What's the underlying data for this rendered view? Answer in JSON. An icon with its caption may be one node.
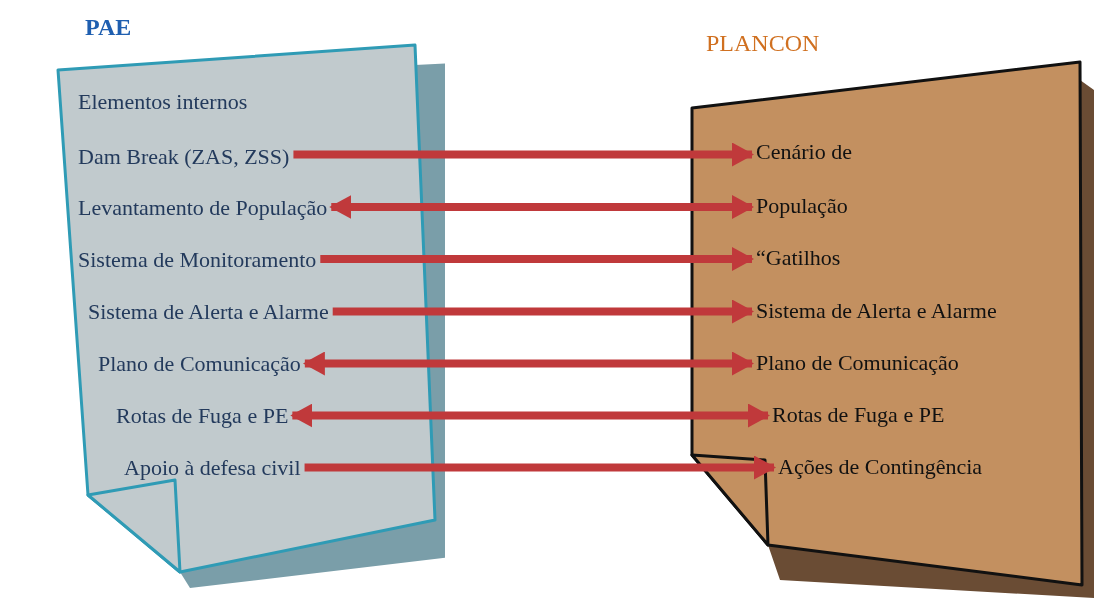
{
  "diagram": {
    "nodes": [
      {
        "text": [
          "PAE"
        ]
      },
      {
        "text": [
          "Elementos internos"
        ],
        "in": 0
      },
      {
        "text": [
          "Dam Break (ZAS, ZSS)"
        ],
        "in": 0
      },
      {
        "text": [
          "Levantamento de População"
        ],
        "in": 0
      },
      {
        "text": [
          "Sistema de Monitoramento"
        ],
        "in": 0
      },
      {
        "text": [
          "Sistema de Alerta e Alarme"
        ],
        "in": 0
      },
      {
        "text": [
          "Plano de Comunicação"
        ],
        "in": 0
      },
      {
        "text": [
          "Rotas de Fuga e PE"
        ],
        "in": 0
      },
      {
        "text": [
          "Apoio à defesa civil"
        ],
        "in": 0
      },
      {
        "text": [
          "PLANCON"
        ]
      },
      {
        "text": [
          "Cenário de"
        ],
        "in": 9
      },
      {
        "text": [
          "População"
        ],
        "in": 9
      },
      {
        "text": [
          "“Gatilhos"
        ],
        "in": 9
      },
      {
        "text": [
          "Sistema de Alerta e Alarme"
        ],
        "in": 9
      },
      {
        "text": [
          "Plano de Comunicação"
        ],
        "in": 9
      },
      {
        "text": [
          "Rotas de Fuga e PE"
        ],
        "in": 9
      },
      {
        "text": [
          "Ações de Contingência"
        ],
        "in": 9
      }
    ],
    "edges": [
      {
        "from": 2,
        "to": 10,
        "arrow": "to"
      },
      {
        "from": 3,
        "to": 11,
        "arrow": "both"
      },
      {
        "from": 4,
        "to": 12,
        "arrow": "to"
      },
      {
        "from": 5,
        "to": 13,
        "arrow": "to"
      },
      {
        "from": 6,
        "to": 14,
        "arrow": "both"
      },
      {
        "from": 7,
        "to": 15,
        "arrow": "both"
      },
      {
        "from": 8,
        "to": 16,
        "arrow": "to"
      }
    ]
  }
}
